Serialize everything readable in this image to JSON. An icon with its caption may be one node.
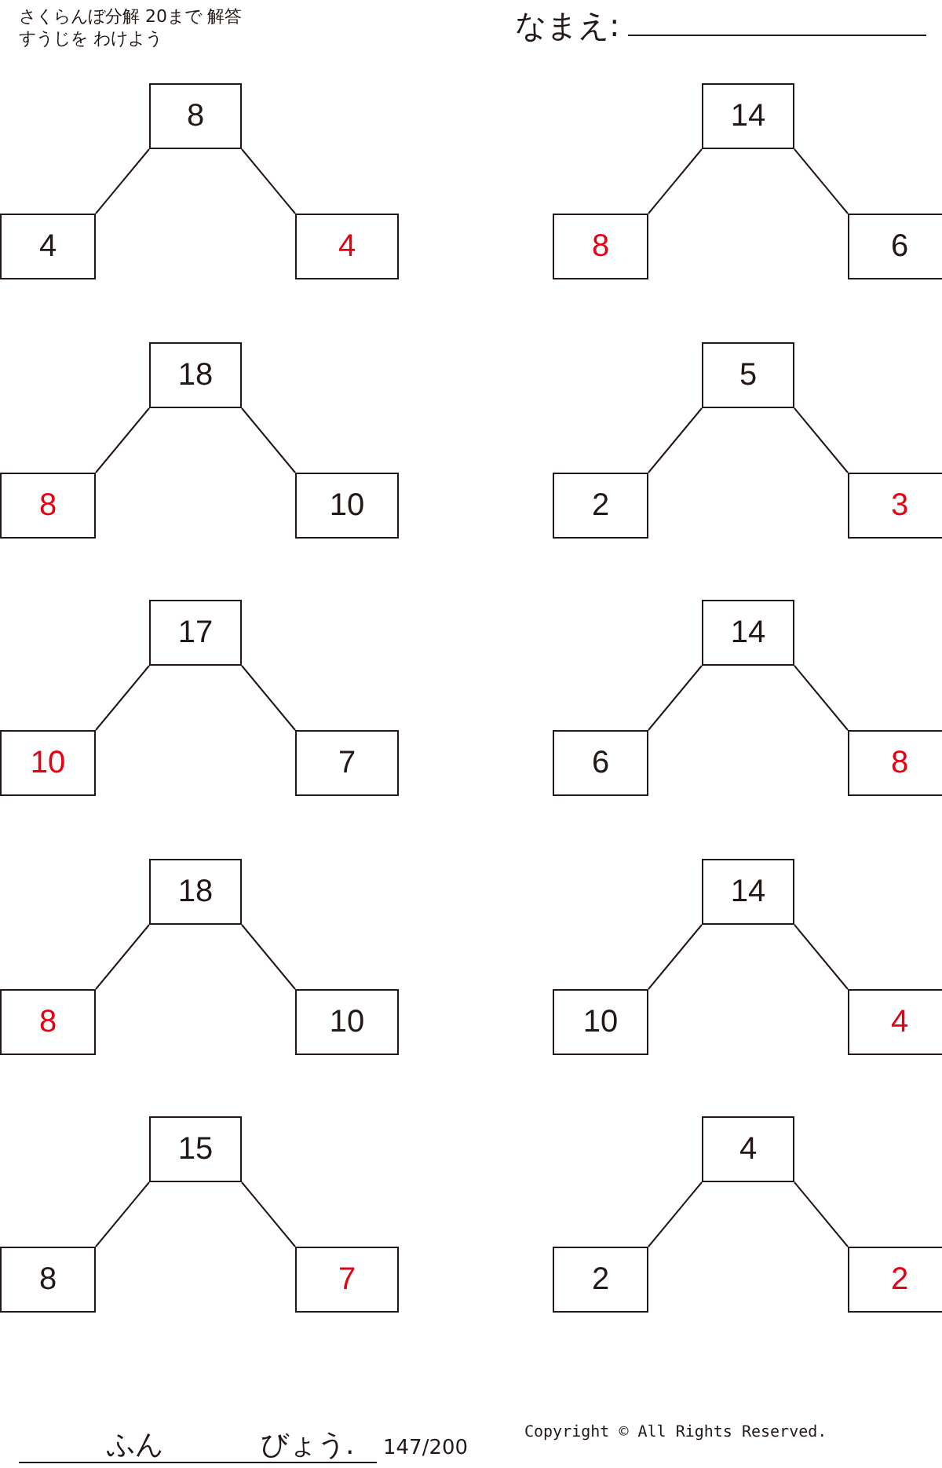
{
  "diagram": {
    "title": "さくらんぼ分解 20まで 解答",
    "nodes": [
      {
        "text": [
          "8"
        ]
      },
      {
        "text": [
          "4"
        ]
      },
      {
        "text": [
          "4"
        ]
      },
      {
        "text": [
          "14"
        ]
      },
      {
        "text": [
          "8"
        ]
      },
      {
        "text": [
          "6"
        ]
      },
      {
        "text": [
          "18"
        ]
      },
      {
        "text": [
          "8"
        ]
      },
      {
        "text": [
          "10"
        ]
      },
      {
        "text": [
          "5"
        ]
      },
      {
        "text": [
          "2"
        ]
      },
      {
        "text": [
          "3"
        ]
      },
      {
        "text": [
          "17"
        ]
      },
      {
        "text": [
          "10"
        ]
      },
      {
        "text": [
          "7"
        ]
      },
      {
        "text": [
          "14"
        ]
      },
      {
        "text": [
          "6"
        ]
      },
      {
        "text": [
          "8"
        ]
      },
      {
        "text": [
          "18"
        ]
      },
      {
        "text": [
          "8"
        ]
      },
      {
        "text": [
          "10"
        ]
      },
      {
        "text": [
          "14"
        ]
      },
      {
        "text": [
          "10"
        ]
      },
      {
        "text": [
          "4"
        ]
      },
      {
        "text": [
          "15"
        ]
      },
      {
        "text": [
          "8"
        ]
      },
      {
        "text": [
          "7"
        ]
      },
      {
        "text": [
          "4"
        ]
      },
      {
        "text": [
          "2"
        ]
      },
      {
        "text": [
          "2"
        ]
      }
    ],
    "edges": [
      {
        "from": 0,
        "to": 1,
        "arrow": "none"
      },
      {
        "from": 0,
        "to": 2,
        "arrow": "none"
      },
      {
        "from": 3,
        "to": 4,
        "arrow": "none"
      },
      {
        "from": 3,
        "to": 5,
        "arrow": "none"
      },
      {
        "from": 6,
        "to": 7,
        "arrow": "none"
      },
      {
        "from": 6,
        "to": 8,
        "arrow": "none"
      },
      {
        "from": 9,
        "to": 10,
        "arrow": "none"
      },
      {
        "from": 9,
        "to": 11,
        "arrow": "none"
      },
      {
        "from": 12,
        "to": 13,
        "arrow": "none"
      },
      {
        "from": 12,
        "to": 14,
        "arrow": "none"
      },
      {
        "from": 15,
        "to": 16,
        "arrow": "none"
      },
      {
        "from": 15,
        "to": 17,
        "arrow": "none"
      },
      {
        "from": 18,
        "to": 19,
        "arrow": "none"
      },
      {
        "from": 18,
        "to": 20,
        "arrow": "none"
      },
      {
        "from": 21,
        "to": 22,
        "arrow": "none"
      },
      {
        "from": 21,
        "to": 23,
        "arrow": "none"
      },
      {
        "from": 24,
        "to": 25,
        "arrow": "none"
      },
      {
        "from": 24,
        "to": 26,
        "arrow": "none"
      },
      {
        "from": 27,
        "to": 28,
        "arrow": "none"
      },
      {
        "from": 27,
        "to": 29,
        "arrow": "none"
      }
    ],
    "labels": [
      "すうじを わけよう",
      "なまえ:",
      "ふん",
      "びょう.",
      "147/200",
      "Copyright © All Rights Reserved."
    ]
  }
}
